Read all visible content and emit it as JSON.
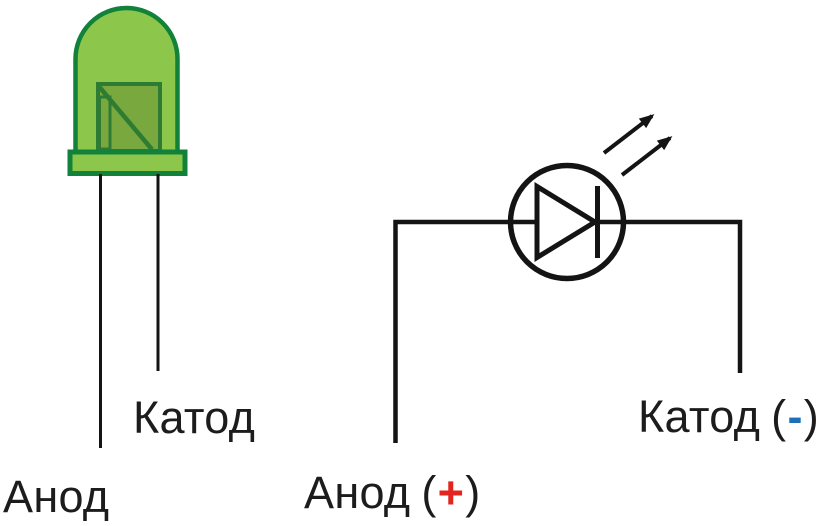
{
  "colors": {
    "background": "#ffffff",
    "line": "#141414",
    "text": "#1c1c1c",
    "led_body_fill": "#8cc74b",
    "led_outline": "#128139",
    "led_die_fill": "#78a83e",
    "led_die_stroke": "#2e7c33",
    "plus_red": "#e32520",
    "minus_blue": "#1d70b8"
  },
  "left_figure": {
    "cathode_label": "Катод",
    "anode_label": "Анод"
  },
  "right_figure": {
    "cathode_label": "Катод",
    "cathode_sign_open": "(",
    "cathode_sign": "-",
    "cathode_sign_close": ")",
    "anode_label": "Анод",
    "anode_sign_open": "(",
    "anode_sign": "+",
    "anode_sign_close": ")"
  }
}
